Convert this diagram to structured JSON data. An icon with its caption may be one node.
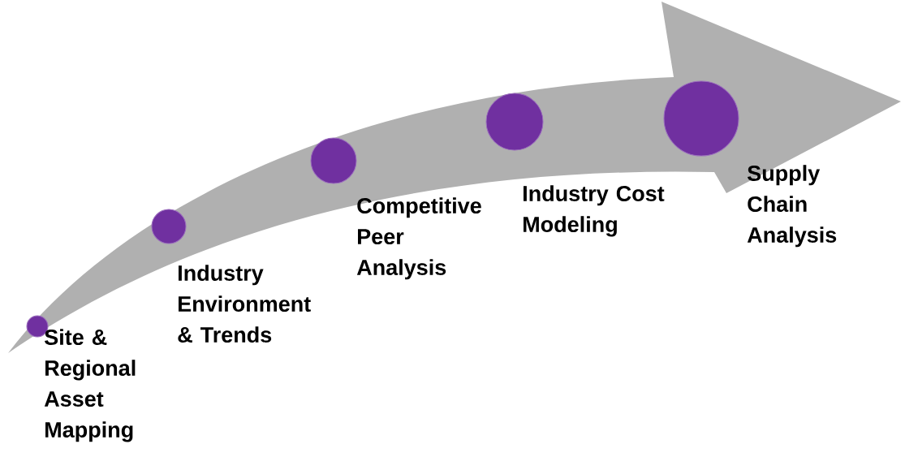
{
  "diagram": {
    "nodes": [
      {
        "text": [],
        "shape": "circle",
        "beside": [
          "Site & Regional Asset Mapping"
        ]
      },
      {
        "text": [],
        "shape": "circle",
        "beside": [
          "Industry Environment & Trends"
        ]
      },
      {
        "text": [],
        "shape": "circle",
        "beside": [
          "Competitive Peer Analysis"
        ]
      },
      {
        "text": [],
        "shape": "circle",
        "beside": [
          "Industry Cost Modeling"
        ]
      },
      {
        "text": [],
        "shape": "circle",
        "beside": [
          "Supply Chain Analysis"
        ]
      }
    ]
  }
}
